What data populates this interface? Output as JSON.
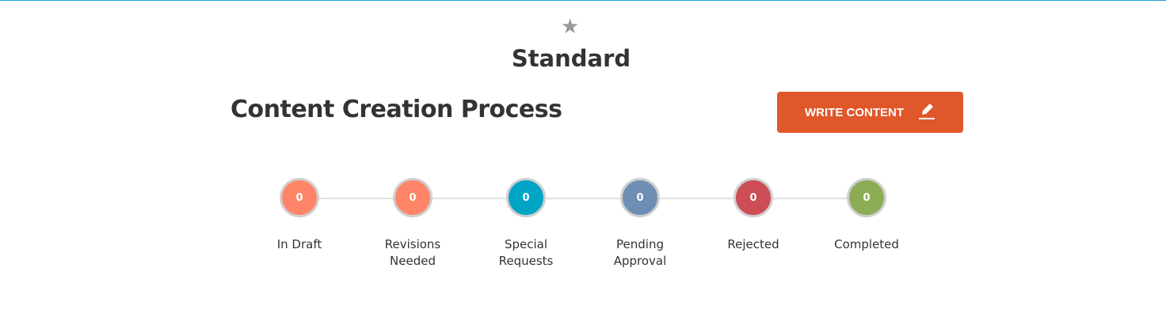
{
  "header": {
    "star_icon": "star-icon",
    "plan": "Standard"
  },
  "section": {
    "title": "Content Creation Process",
    "button_label": "WRITE CONTENT",
    "button_icon": "pencil-icon"
  },
  "steps": [
    {
      "count": "0",
      "label": "In Draft",
      "color": "#fe8568"
    },
    {
      "count": "0",
      "label": "Revisions Needed",
      "color": "#fe8568"
    },
    {
      "count": "0",
      "label": "Special Requests",
      "color": "#00a5c6"
    },
    {
      "count": "0",
      "label": "Pending Approval",
      "color": "#6e8fb3"
    },
    {
      "count": "0",
      "label": "Rejected",
      "color": "#cc4d55"
    },
    {
      "count": "0",
      "label": "Completed",
      "color": "#8cad55"
    }
  ]
}
